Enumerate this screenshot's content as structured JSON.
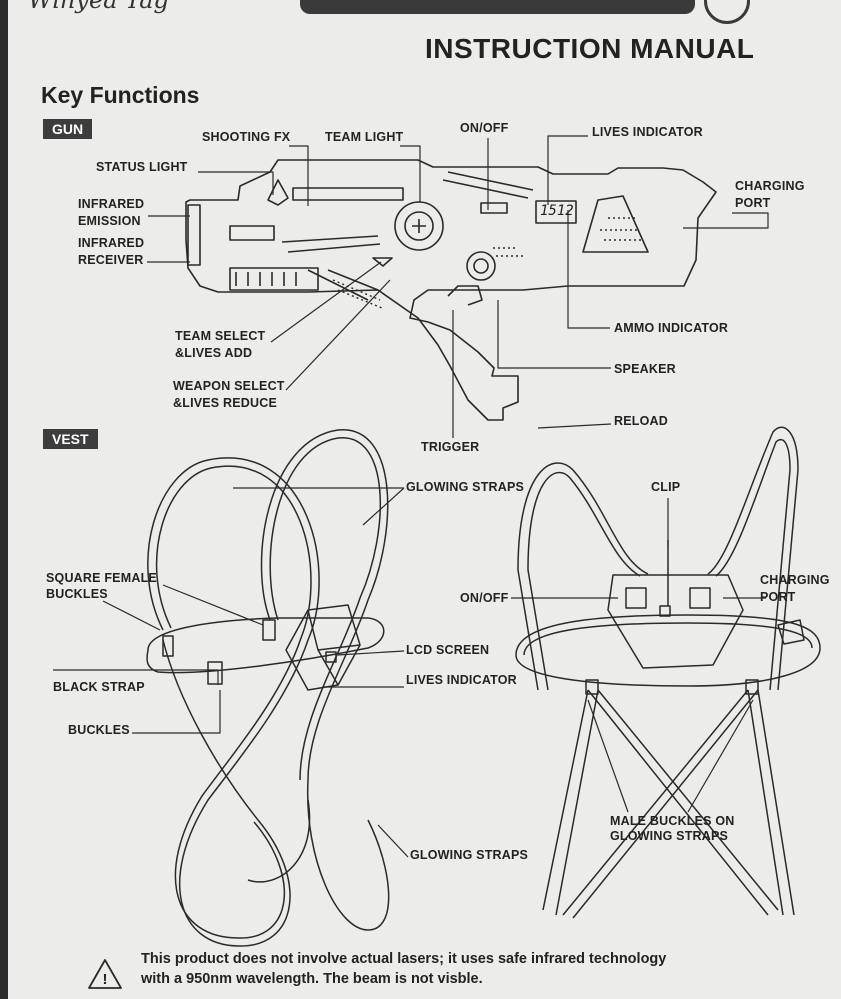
{
  "header": {
    "brand_script": "Winyea Tag",
    "title": "INSTRUCTION MANUAL",
    "subtitle": "Key Functions"
  },
  "gun": {
    "section": "GUN",
    "display_value": "1512",
    "labels": {
      "shooting_fx": "SHOOTING FX",
      "team_light": "TEAM LIGHT",
      "on_off": "ON/OFF",
      "lives_indicator": "LIVES INDICATOR",
      "status_light": "STATUS LIGHT",
      "charging_port_1": "CHARGING",
      "charging_port_2": "PORT",
      "infrared_emission_1": "INFRARED",
      "infrared_emission_2": "EMISSION",
      "infrared_receiver_1": "INFRARED",
      "infrared_receiver_2": "RECEIVER",
      "team_select_1": "TEAM SELECT",
      "team_select_2": "&LIVES ADD",
      "weapon_select_1": "WEAPON SELECT",
      "weapon_select_2": "&LIVES REDUCE",
      "ammo_indicator": "AMMO INDICATOR",
      "speaker": "SPEAKER",
      "reload": "RELOAD",
      "trigger": "TRIGGER"
    }
  },
  "vest": {
    "section": "VEST",
    "labels": {
      "glowing_straps_top": "GLOWING STRAPS",
      "clip": "CLIP",
      "square_female_1": "SQUARE FEMALE",
      "square_female_2": "BUCKLES",
      "on_off": "ON/OFF",
      "charging_port_1": "CHARGING",
      "charging_port_2": "PORT",
      "lcd_screen": "LCD SCREEN",
      "lives_indicator": "LIVES INDICATOR",
      "black_strap": "BLACK STRAP",
      "buckles": "BUCKLES",
      "male_buckles_1": "MALE BUCKLES ON",
      "male_buckles_2": "GLOWING STRAPS",
      "glowing_straps_bottom": "GLOWING STRAPS"
    }
  },
  "footer": {
    "warning_line_1": "This product does not involve actual lasers; it uses safe infrared technology",
    "warning_line_2": "with a 950nm wavelength. The beam is not visble."
  }
}
